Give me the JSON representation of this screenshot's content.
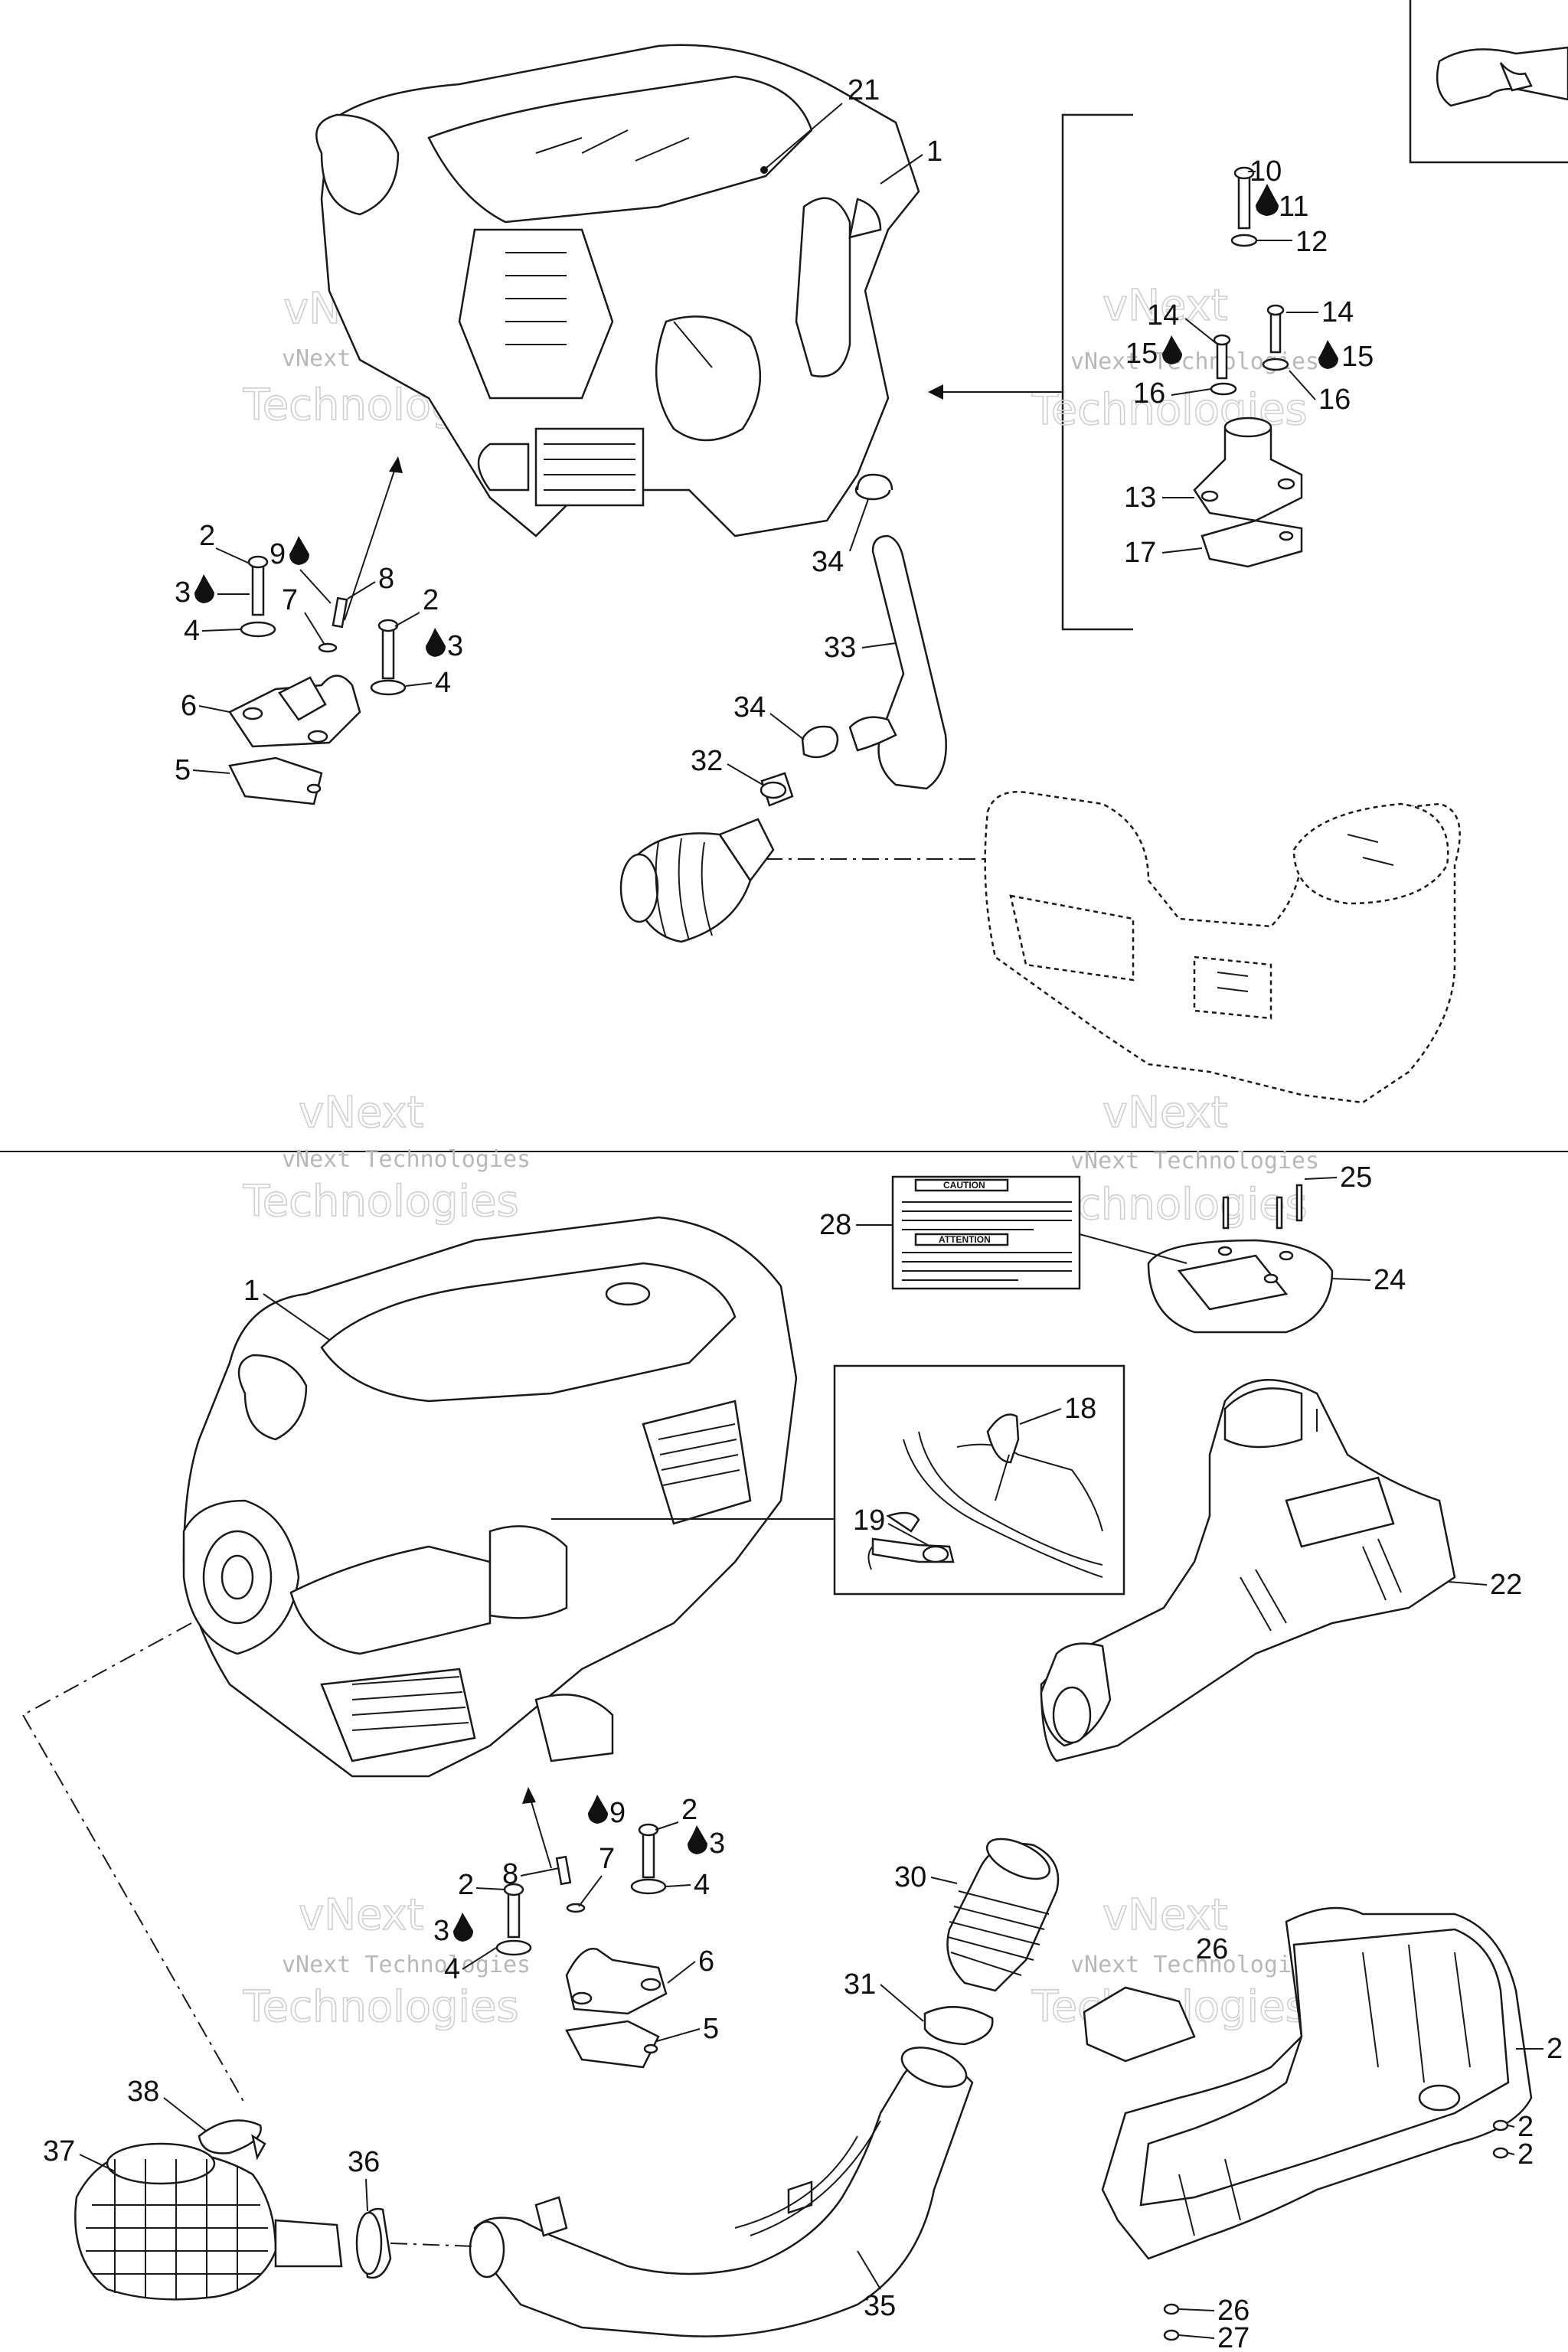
{
  "watermark": {
    "line1": "vNext Technologies",
    "line2": "Technologies",
    "line3": "vNext"
  },
  "label_28": {
    "heading_1": "CAUTION",
    "heading_2": "ATTENTION"
  },
  "callouts_top": [
    "1",
    "2",
    "3",
    "4",
    "5",
    "6",
    "7",
    "8",
    "9",
    "10",
    "11",
    "12",
    "13",
    "14",
    "15",
    "16",
    "17",
    "21",
    "32",
    "33",
    "34"
  ],
  "callouts_bottom": [
    "1",
    "2",
    "3",
    "4",
    "5",
    "6",
    "7",
    "8",
    "9",
    "18",
    "19",
    "22",
    "24",
    "25",
    "26",
    "27",
    "28",
    "30",
    "31",
    "35",
    "36",
    "37",
    "38"
  ],
  "colors": {
    "line": "#1a1a1a",
    "watermark": "#b8b8b8",
    "background": "#ffffff"
  }
}
